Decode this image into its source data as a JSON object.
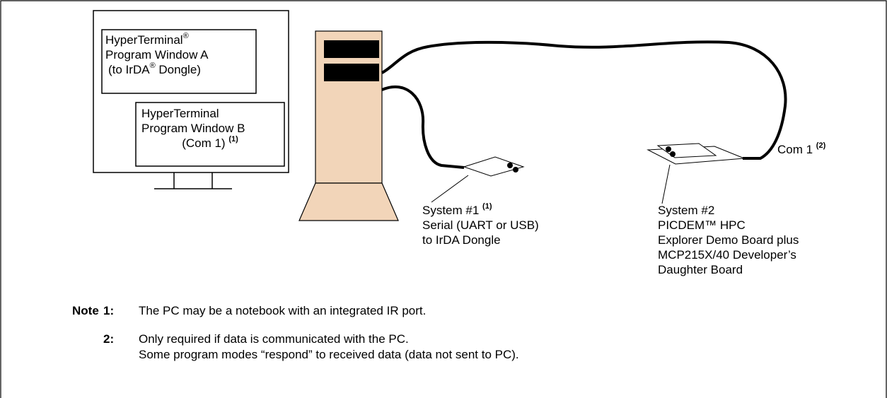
{
  "windows": {
    "a": {
      "line1": "HyperTerminal",
      "line1_sup": "®",
      "line2": "Program Window A",
      "line3_pre": "(to IrDA",
      "line3_sup": "®",
      "line3_post": " Dongle)"
    },
    "b": {
      "line1": "HyperTerminal",
      "line2": "Program Window B",
      "line3": "(Com 1) ",
      "line3_sup": "(1)"
    }
  },
  "labels": {
    "com1": {
      "text": "Com 1 ",
      "sup": "(2)"
    },
    "system1": {
      "line1": "System #1 ",
      "line1_sup": "(1)",
      "line2": "Serial (UART or USB)",
      "line3": "to IrDA Dongle"
    },
    "system2": {
      "line1": "System #2",
      "line2": "PICDEM™ HPC",
      "line3": "Explorer Demo Board plus",
      "line4": "MCP215X/40 Developer’s",
      "line5": "Daughter Board"
    }
  },
  "notes": {
    "heading": "Note",
    "items": [
      {
        "num": "1:",
        "lines": [
          "The PC may be a notebook with an integrated IR port."
        ]
      },
      {
        "num": "2:",
        "lines": [
          "Only required if data is communicated with the PC.",
          "Some program modes “respond” to received data (data not sent to PC)."
        ]
      }
    ]
  },
  "colors": {
    "tower": "#f2d5b9",
    "drive": "#000000",
    "line": "#000000"
  }
}
